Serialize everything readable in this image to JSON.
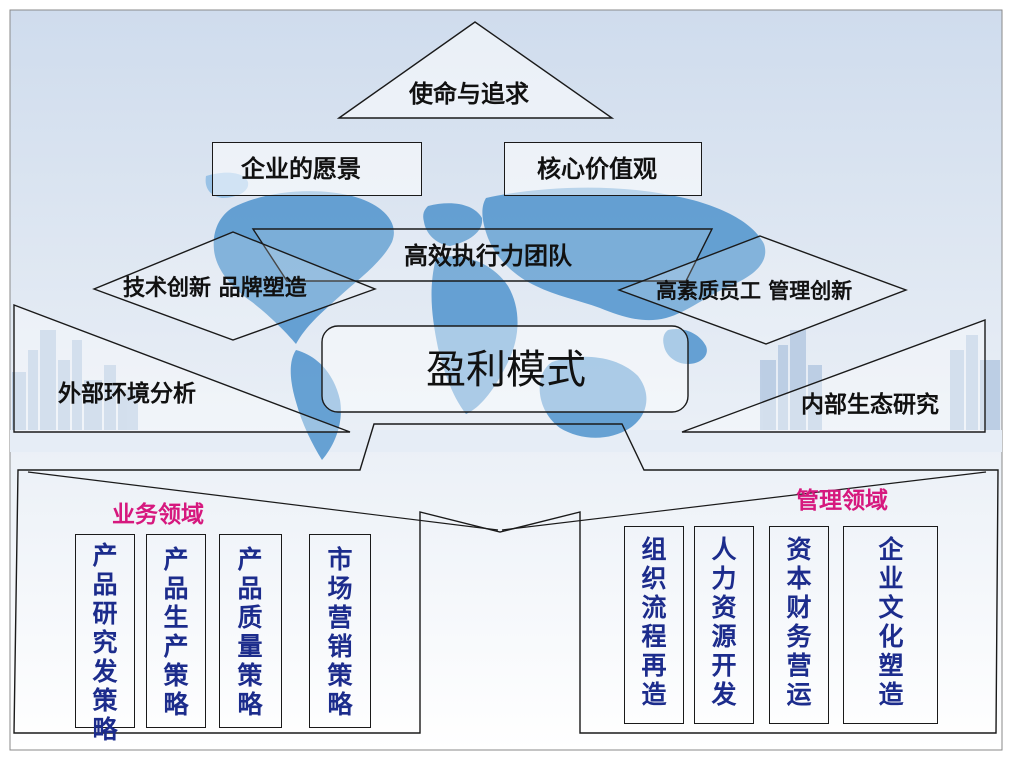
{
  "colors": {
    "map": "#4f93cc",
    "map_light": "#8dbce4",
    "city": "#b8cbe3",
    "floor": "#e6edf6",
    "text_dark": "#111111",
    "strategy_text": "#1c2c8c",
    "section_title": "#d6187e"
  },
  "top": {
    "mission": "使命与追求"
  },
  "pillars": {
    "vision": "企业的愿景",
    "values": "核心价值观"
  },
  "team": "高效执行力团队",
  "left_diamond": "技术创新 品牌塑造",
  "right_diamond": "高素质员工 管理创新",
  "center": "盈利模式",
  "left_wedge": "外部环境分析",
  "right_wedge": "内部生态研究",
  "business": {
    "title": "业务领域",
    "items": [
      "产品研究发策略",
      "产品生产策略",
      "产品质量策略",
      "市场营销策略"
    ]
  },
  "management": {
    "title": "管理领域",
    "items": [
      "组织流程再造",
      "人力资源开发",
      "资本财务营运",
      "企业文化塑造"
    ]
  }
}
